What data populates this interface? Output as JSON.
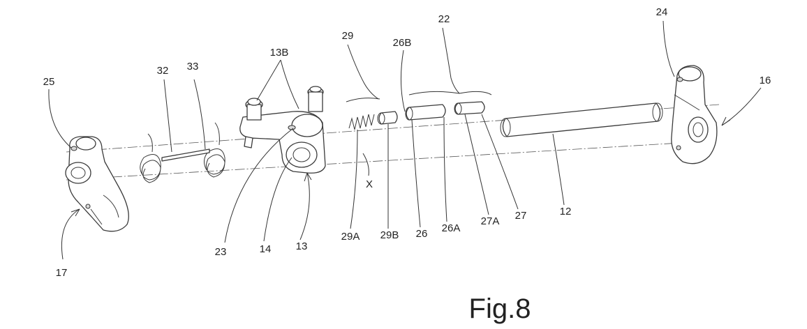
{
  "figure_title": "Fig.8",
  "labels": {
    "l25": "25",
    "l32": "32",
    "l33": "33",
    "l13B": "13B",
    "l29": "29",
    "l26B": "26B",
    "l22": "22",
    "l24": "24",
    "l16": "16",
    "lX": "X",
    "l17": "17",
    "l23": "23",
    "l14": "14",
    "l13": "13",
    "l29A": "29A",
    "l29B": "29B",
    "l26": "26",
    "l26A": "26A",
    "l27A": "27A",
    "l27": "27",
    "l12": "12"
  }
}
